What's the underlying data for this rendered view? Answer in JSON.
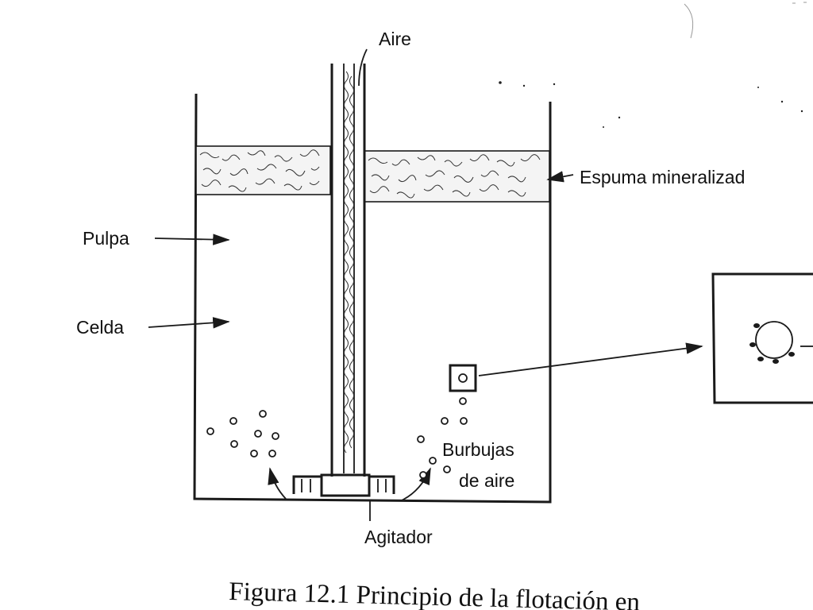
{
  "labels": {
    "aire": "Aire",
    "espuma": "Espuma mineralizad",
    "pulpa": "Pulpa",
    "celda": "Celda",
    "burbujas_line1": "Burbujas",
    "burbujas_line2": "de aire",
    "agitador": "Agitador"
  },
  "caption": "Figura 12.1 Principio de la flotación en",
  "colors": {
    "ink": "#1a1a1a",
    "background": "#ffffff"
  }
}
